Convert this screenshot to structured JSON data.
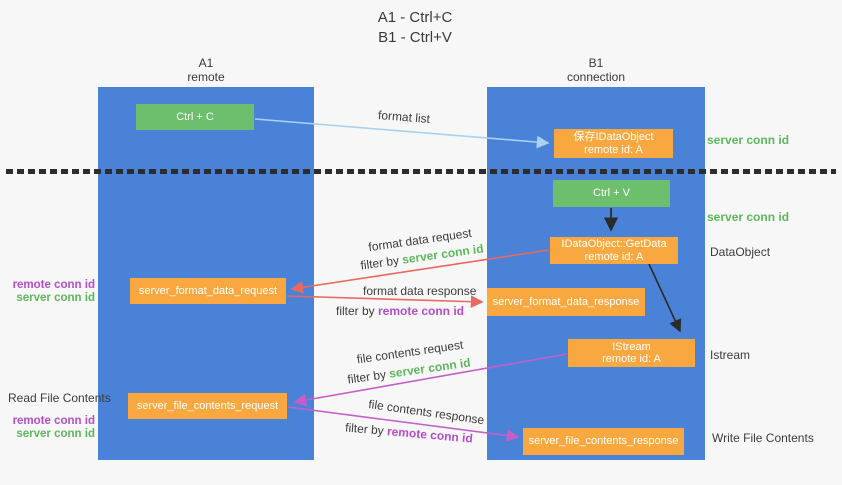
{
  "title": {
    "line1": "A1 - Ctrl+C",
    "line2": "B1 - Ctrl+V"
  },
  "lanes": {
    "a1": {
      "title": "A1",
      "subtitle": "remote"
    },
    "b1": {
      "title": "B1",
      "subtitle": "connection"
    }
  },
  "nodes": {
    "ctrl_c": {
      "label": "Ctrl + C"
    },
    "save_idataobject": {
      "line1": "保存IDataObject",
      "line2": "remote id: A"
    },
    "ctrl_v": {
      "label": "Ctrl + V"
    },
    "getdata": {
      "line1": "IDataObject::GetData",
      "line2": "remote id: A"
    },
    "server_format_data_request": {
      "label": "server_format_data_request"
    },
    "server_format_data_response": {
      "label": "server_format_data_response"
    },
    "istream": {
      "line1": "IStream",
      "line2": "remote id: A"
    },
    "server_file_contents_request": {
      "label": "server_file_contents_request"
    },
    "server_file_contents_response": {
      "label": "server_file_contents_response"
    }
  },
  "edge_labels": {
    "format_list": "format list",
    "format_data_request": "format data request",
    "format_data_response": "format data response",
    "file_contents_request": "file contents request",
    "file_contents_response": "file contents response",
    "filter_by": "filter by ",
    "server_conn_id": "server conn id",
    "remote_conn_id": "remote conn id"
  },
  "side_labels": {
    "server_conn_id_top": "server conn id",
    "server_conn_id_mid": "server conn id",
    "dataobject": "DataObject",
    "istream": "Istream",
    "write_file_contents": "Write File Contents",
    "read_file_contents": "Read File Contents",
    "remote_conn_id": "remote conn id",
    "server_conn_id": "server conn id"
  },
  "colors": {
    "lane_blue": "#4a82d8",
    "node_green": "#6cbf6c",
    "node_orange": "#f8a83e",
    "arrow_red": "#e8695f",
    "arrow_magenta": "#c45fc8",
    "arrow_lightblue": "#a9d2ee",
    "arrow_black": "#2b2b2b",
    "text_green": "#5cb85c",
    "text_purple": "#b44ecb",
    "text_dark": "#3c3c3c"
  }
}
